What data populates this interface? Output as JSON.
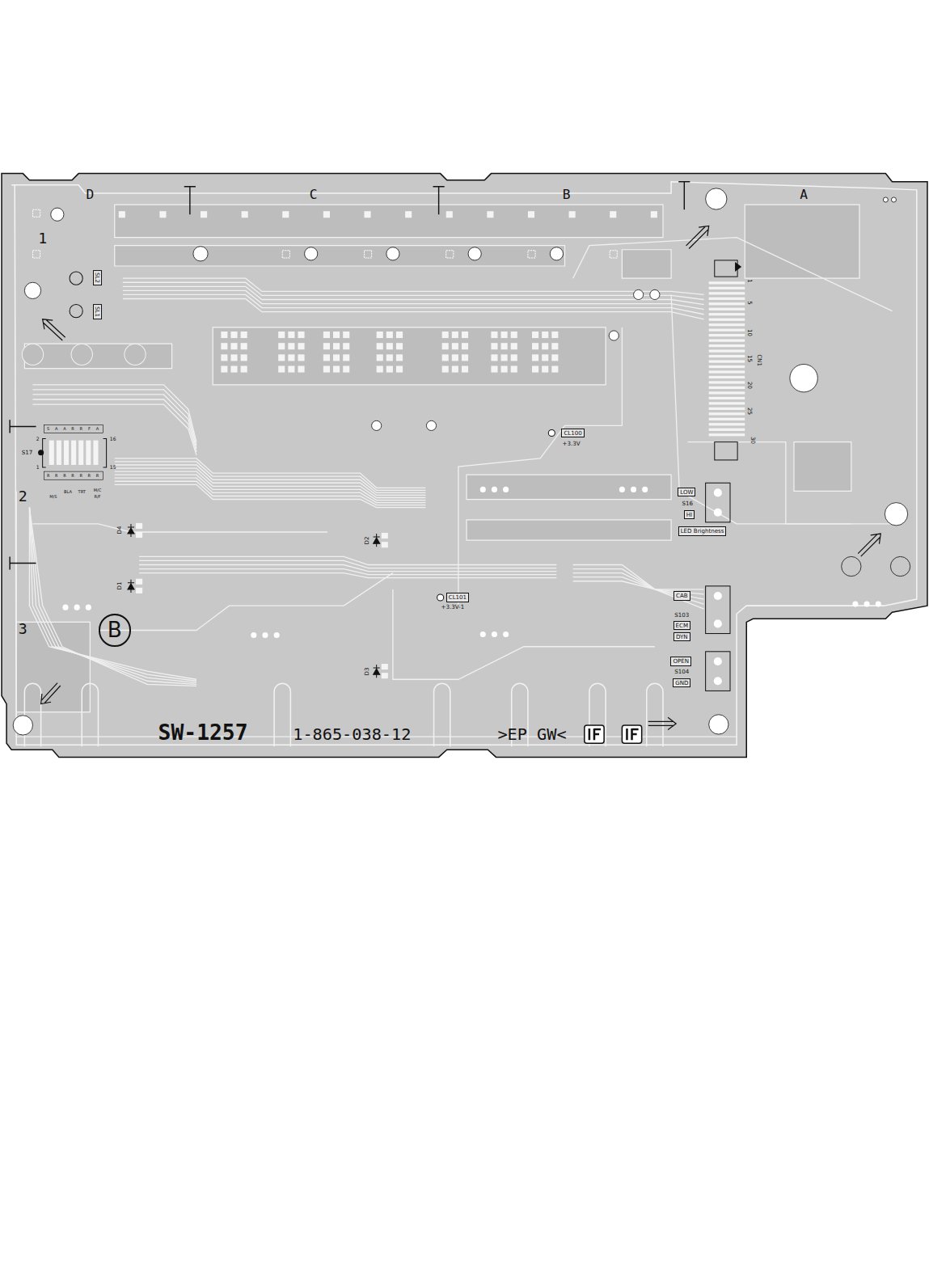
{
  "diagram": {
    "nodes": [
      {
        "text": [
          "SL2"
        ]
      },
      {
        "text": [
          "SL1"
        ]
      },
      {
        "text": [
          "CL100"
        ]
      },
      {
        "text": [
          "CL101"
        ]
      },
      {
        "text": [
          "LOW"
        ]
      },
      {
        "text": [
          "HI"
        ]
      },
      {
        "text": [
          "LED Brightness"
        ]
      },
      {
        "text": [
          "CAB"
        ]
      },
      {
        "text": [
          "ECM"
        ]
      },
      {
        "text": [
          "DYN"
        ]
      },
      {
        "text": [
          "OPEN"
        ]
      },
      {
        "text": [
          "GND"
        ]
      },
      {
        "text": [
          "B"
        ]
      }
    ],
    "labels": [
      "D",
      "C",
      "B",
      "A",
      "1",
      "2",
      "3",
      "S17",
      "2",
      "16",
      "1",
      "15",
      "S",
      "A",
      "A",
      "R",
      "R",
      "F",
      "A",
      "R",
      "R",
      "R",
      "R",
      "R",
      "R",
      "R",
      "M/S",
      "BLA",
      "TRT",
      "M/C",
      "R/F",
      "D4",
      "D2",
      "D1",
      "D3",
      "+3.3V",
      "+3.3V-1",
      "CN1",
      "1",
      "5",
      "10",
      "15",
      "20",
      "25",
      "30",
      "S16",
      "S103",
      "S104",
      "SW-1257",
      "1-865-038-12",
      ">EP GW<"
    ]
  }
}
